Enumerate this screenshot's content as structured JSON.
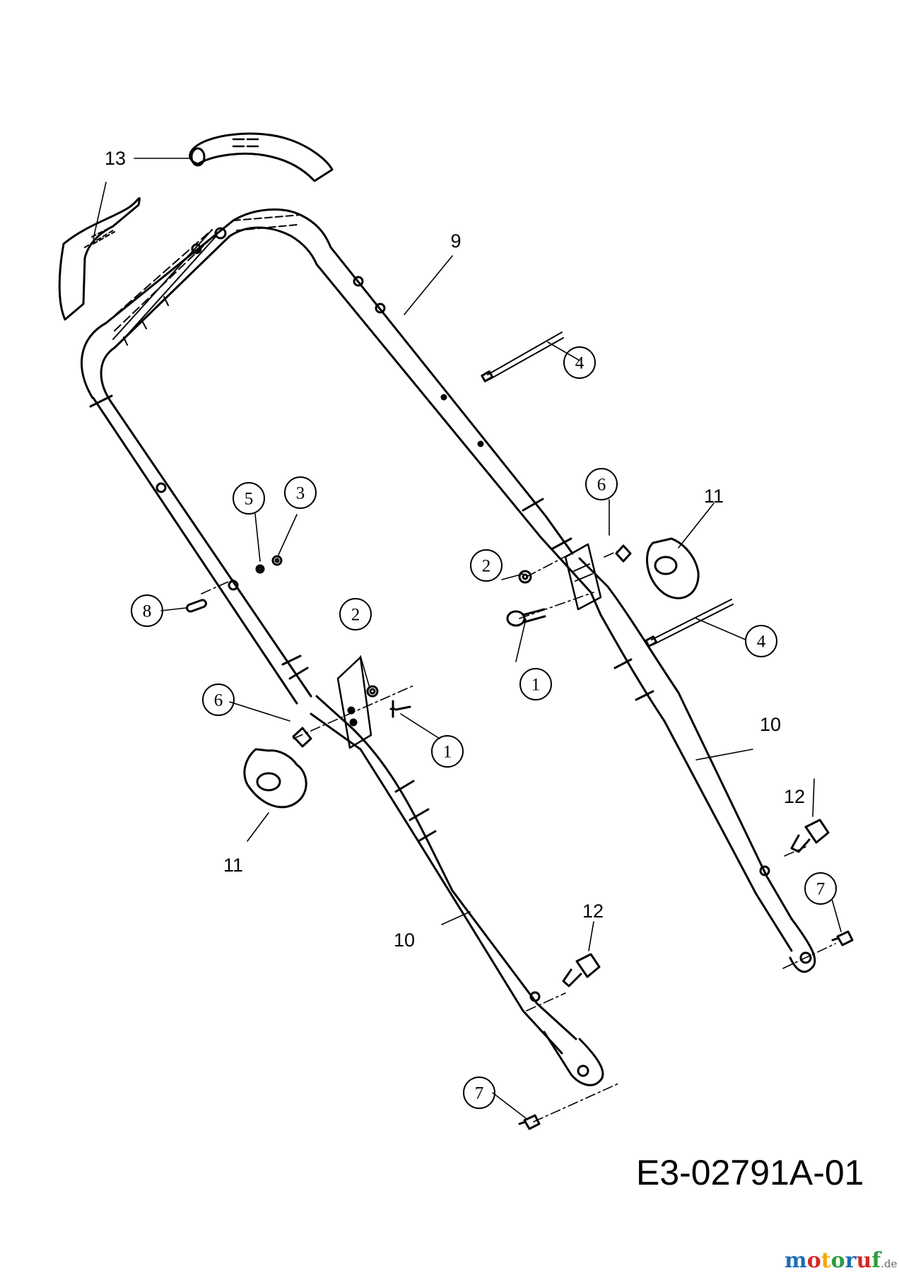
{
  "diagram_code": "E3-02791A-01",
  "watermark": {
    "text": "motoruf",
    "suffix": ".de",
    "colors": [
      "#1e6fb5",
      "#d62828",
      "#f2a900",
      "#2a9d3a",
      "#1e6fb5",
      "#d62828",
      "#2a9d3a"
    ]
  },
  "callouts": {
    "c1a": "1",
    "c1b": "1",
    "c2a": "2",
    "c2b": "2",
    "c3": "3",
    "c4a": "4",
    "c4b": "4",
    "c5": "5",
    "c6a": "6",
    "c6b": "6",
    "c7a": "7",
    "c7b": "7",
    "c8": "8",
    "l9": "9",
    "l10a": "10",
    "l10b": "10",
    "l11a": "11",
    "l11b": "11",
    "l12a": "12",
    "l12b": "12",
    "l13": "13"
  }
}
